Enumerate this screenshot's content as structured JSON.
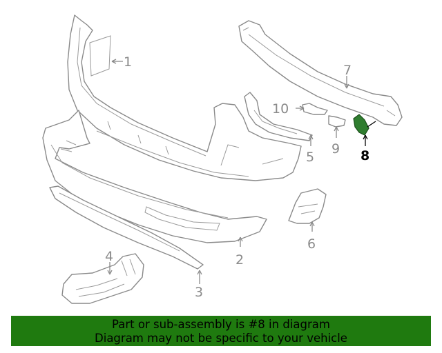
{
  "callouts": {
    "c1": "1",
    "c2": "2",
    "c3": "3",
    "c4": "4",
    "c5": "5",
    "c6": "6",
    "c7": "7",
    "c8": "8",
    "c9": "9",
    "c10": "10"
  },
  "highlighted_part": "8",
  "banner": {
    "line1": "Part or sub-assembly is #8 in diagram",
    "line2": "Diagram may not be specific to your vehicle",
    "color": "#1f7a0f"
  },
  "colors": {
    "line_art": "#8a8a8a",
    "highlight": "#2f7d2f"
  }
}
